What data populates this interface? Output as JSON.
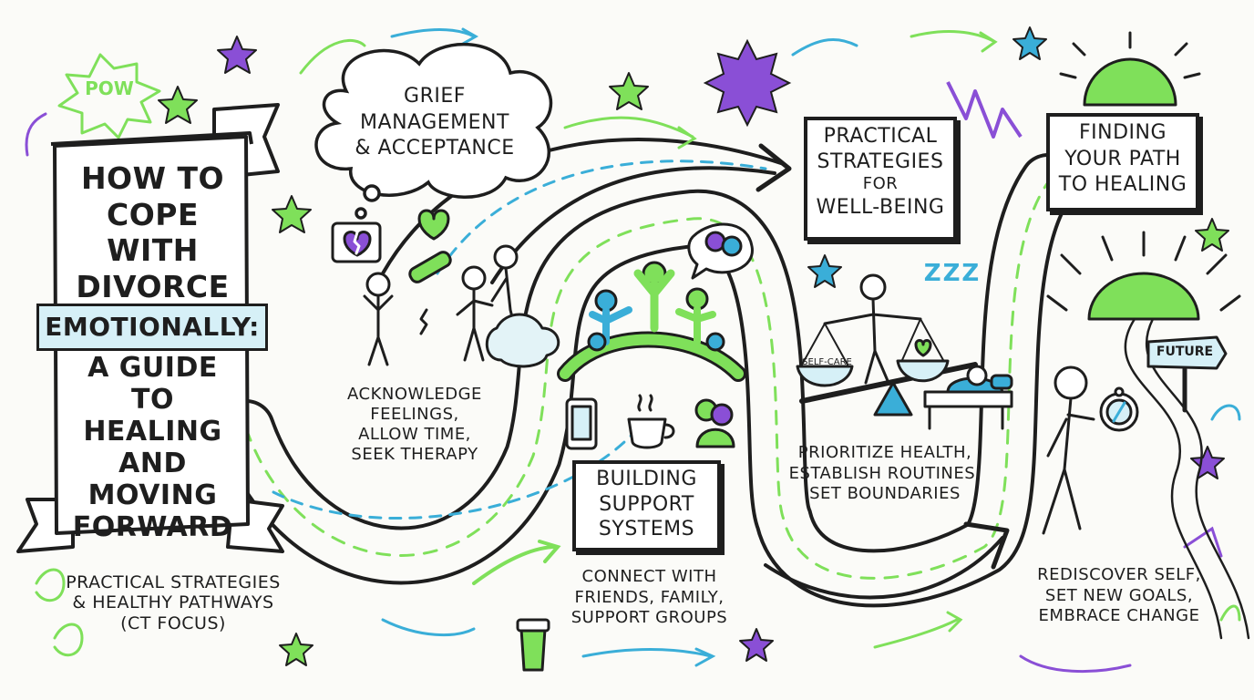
{
  "title": {
    "line1": "HOW TO",
    "line2": "COPE WITH",
    "line3": "DIVORCE",
    "highlight": "EMOTIONALLY:",
    "line5": "A GUIDE TO",
    "line6": "HEALING",
    "line7": "AND MOVING",
    "line8": "FORWARD"
  },
  "subtitle": {
    "line1": "PRACTICAL STRATEGIES",
    "line2": "& HEALTHY PATHWAYS",
    "line3": "(CT FOCUS)"
  },
  "pow": "POW",
  "stages": [
    {
      "heading": [
        "GRIEF",
        "MANAGEMENT",
        "& ACCEPTANCE"
      ],
      "caption": [
        "ACKNOWLEDGE",
        "FEELINGS,",
        "ALLOW TIME,",
        "SEEK THERAPY"
      ]
    },
    {
      "heading": [
        "BUILDING",
        "SUPPORT",
        "SYSTEMS"
      ],
      "caption": [
        "CONNECT WITH",
        "FRIENDS, FAMILY,",
        "SUPPORT GROUPS"
      ]
    },
    {
      "heading": [
        "PRACTICAL",
        "STRATEGIES",
        "FOR",
        "WELL-BEING"
      ],
      "caption": [
        "PRIORITIZE HEALTH,",
        "ESTABLISH ROUTINES,",
        "SET BOUNDARIES"
      ],
      "scale_label": "SELF-CARE",
      "sleep": "ZZZ"
    },
    {
      "heading": [
        "FINDING",
        "YOUR PATH",
        "TO HEALING"
      ],
      "caption": [
        "REDISCOVER SELF,",
        "SET NEW GOALS,",
        "EMBRACE CHANGE"
      ],
      "signpost": "FUTURE"
    }
  ],
  "colors": {
    "ink": "#1e1e1e",
    "green": "#7fe05a",
    "blue": "#3aaed8",
    "purple": "#8a4fd6",
    "highlight": "#d6f0f7"
  }
}
